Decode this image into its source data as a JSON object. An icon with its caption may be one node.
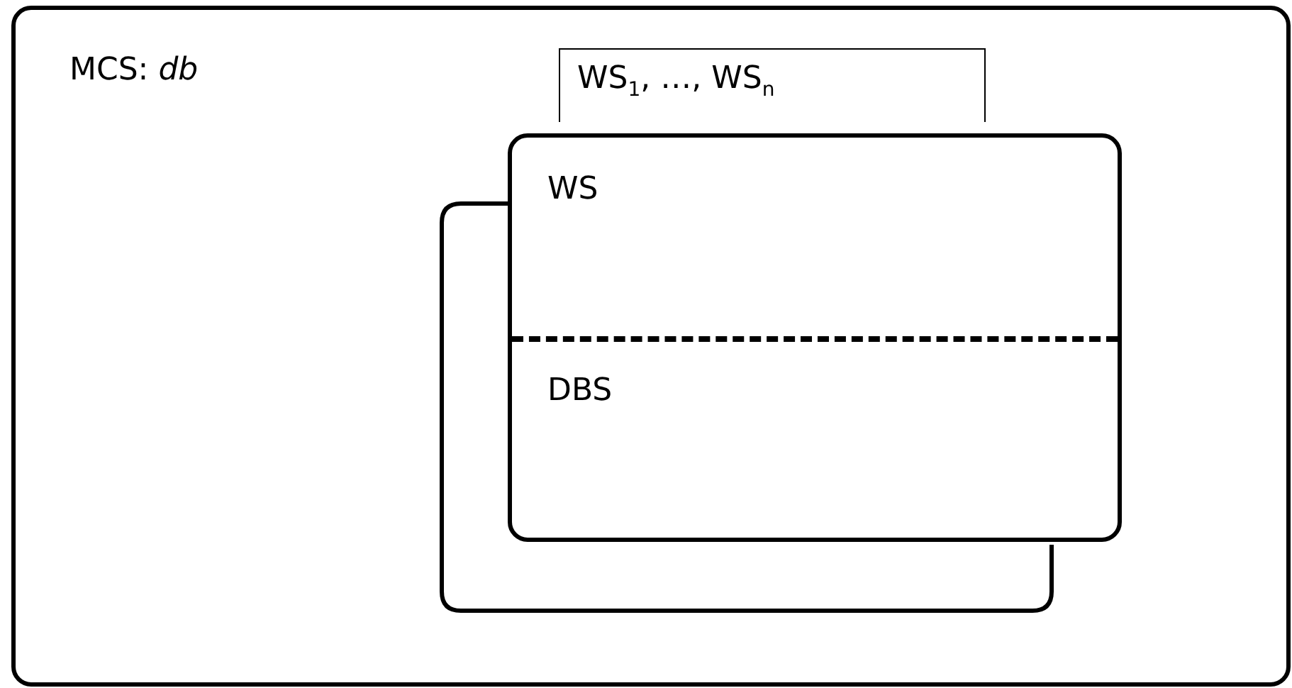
{
  "diagram": {
    "nodes": [
      {
        "text": [
          "MCS: *db*"
        ]
      },
      {
        "text": [],
        "shape": "box",
        "in": 0
      },
      {
        "text": [
          "WS",
          "DBS"
        ],
        "in": 0
      },
      {
        "text": [
          "WS$_{1}$, …, WS$_{n}$"
        ],
        "in": 0
      }
    ]
  }
}
